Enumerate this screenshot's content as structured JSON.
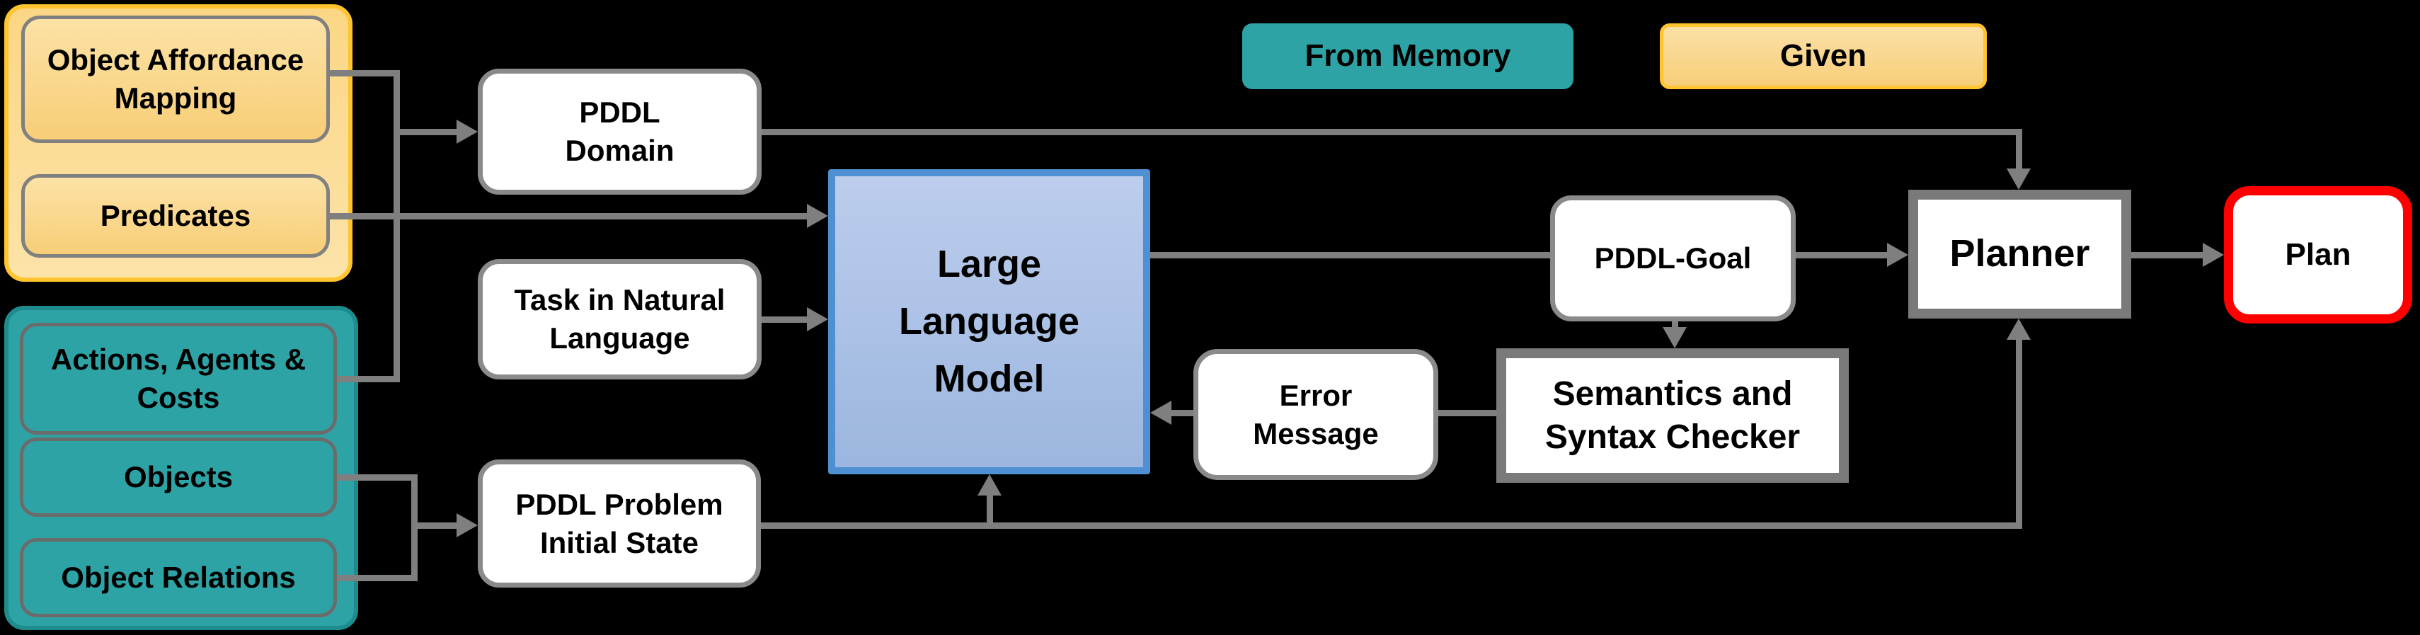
{
  "legend": {
    "from_memory": "From Memory",
    "given": "Given"
  },
  "nodes": {
    "object_affordance_mapping": "Object Affordance\nMapping",
    "predicates": "Predicates",
    "actions_agents_costs": "Actions, Agents &\nCosts",
    "objects": "Objects",
    "object_relations": "Object Relations",
    "pddl_domain": "PDDL\nDomain",
    "task_in_natural_language": "Task in Natural\nLanguage",
    "pddl_problem_initial_state": "PDDL Problem\nInitial State",
    "large_language_model": "Large\nLanguage\nModel",
    "error_message": "Error\nMessage",
    "pddl_goal": "PDDL-Goal",
    "semantics_syntax_checker": "Semantics and\nSyntax Checker",
    "planner": "Planner",
    "plan": "Plan"
  },
  "colors": {
    "background": "#000000",
    "memory_teal": "#2EA3A5",
    "given_yellow": "#FBD685",
    "given_border_gold": "#FFC42E",
    "llm_fill_top": "#BCCDEC",
    "llm_fill_bottom": "#9CB6DF",
    "llm_border_blue": "#4E90D2",
    "plan_border_red": "#FF0000",
    "connector_gray": "#7F7F7F",
    "box_border_gray": "#8A8A8A"
  }
}
